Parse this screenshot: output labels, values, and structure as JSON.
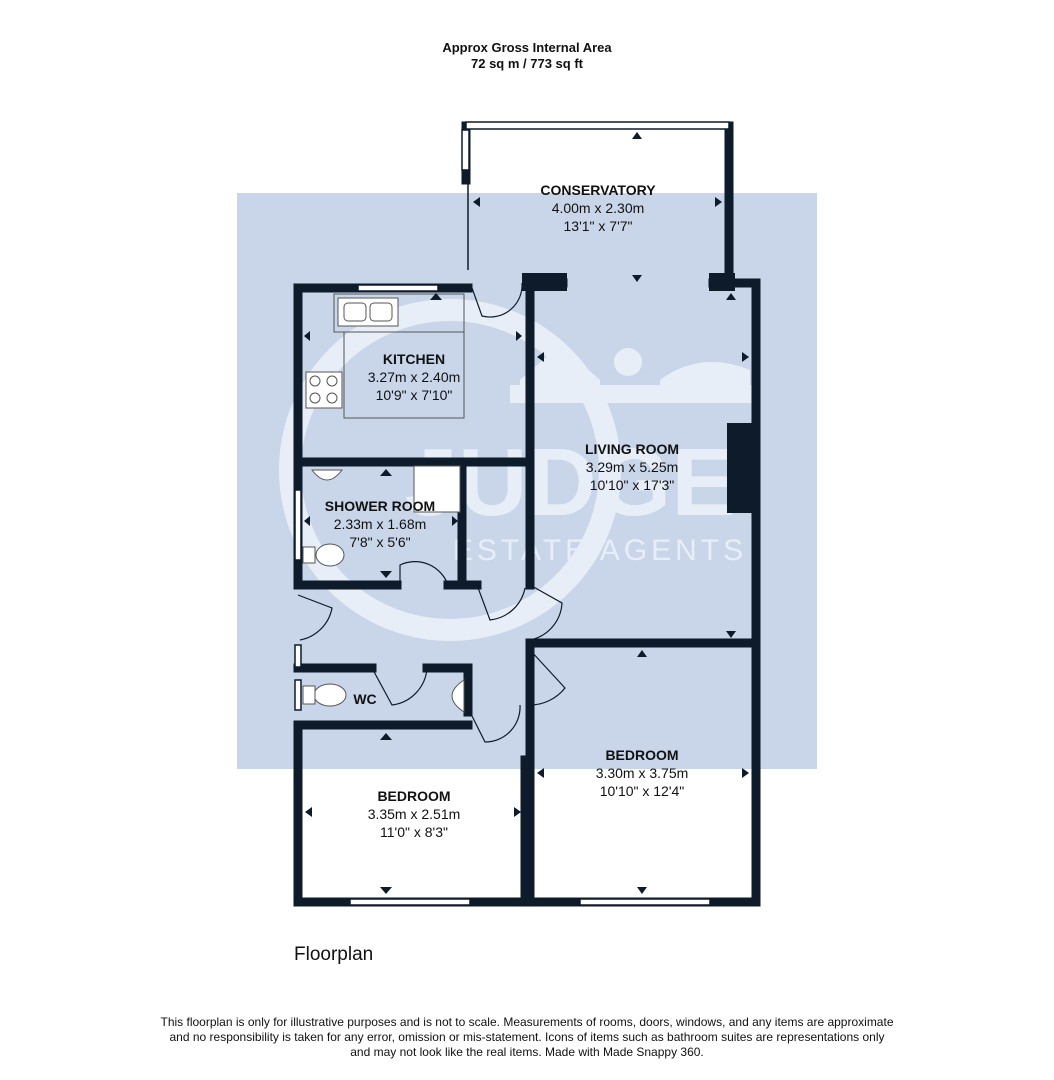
{
  "header": {
    "area_title": "Approx Gross Internal Area",
    "area_value": "72 sq m / 773 sq ft"
  },
  "rooms": {
    "conservatory": {
      "name": "CONSERVATORY",
      "metric": "4.00m x 2.30m",
      "imperial": "13'1\" x 7'7\""
    },
    "kitchen": {
      "name": "KITCHEN",
      "metric": "3.27m x 2.40m",
      "imperial": "10'9\" x 7'10\""
    },
    "living_room": {
      "name": "LIVING ROOM",
      "metric": "3.29m x 5.25m",
      "imperial": "10'10\" x 17'3\""
    },
    "shower_room": {
      "name": "SHOWER ROOM",
      "metric": "2.33m x 1.68m",
      "imperial": "7'8\" x 5'6\""
    },
    "wc": {
      "name": "WC"
    },
    "bedroom_1": {
      "name": "BEDROOM",
      "metric": "3.30m x 3.75m",
      "imperial": "10'10\" x 12'4\""
    },
    "bedroom_2": {
      "name": "BEDROOM",
      "metric": "3.35m x 2.51m",
      "imperial": "11'0\" x 8'3\""
    }
  },
  "watermark": {
    "brand": "JUDGE",
    "tagline": "ESTATE AGENTS"
  },
  "floor_title": "Floorplan",
  "disclaimer": "This floorplan is only for illustrative purposes and is not to scale. Measurements of rooms, doors, windows, and any items are approximate and no responsibility is taken for any error, omission or mis-statement. Icons of items such as bathroom suites are representations only and may not look like the real items. Made with Made Snappy 360.",
  "colors": {
    "wall": "#0d1b2a",
    "watermark_bg": "#c9d6ea",
    "watermark_fg": "#e8eef7"
  }
}
